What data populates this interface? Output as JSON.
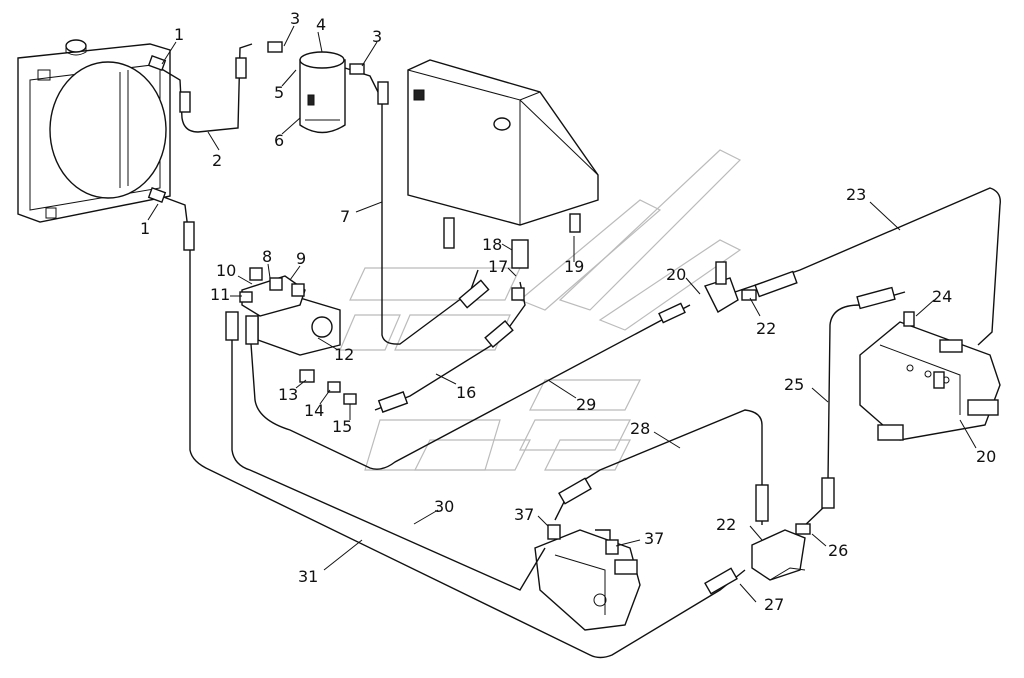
{
  "callouts": [
    "1",
    "2",
    "3",
    "4",
    "5",
    "6",
    "3",
    "7",
    "1",
    "8",
    "9",
    "10",
    "11",
    "12",
    "13",
    "14",
    "15",
    "16",
    "17",
    "18",
    "19",
    "20",
    "22",
    "23",
    "24",
    "20",
    "25",
    "22",
    "26",
    "27",
    "28",
    "29",
    "30",
    "31",
    "37",
    "37"
  ],
  "colors": {
    "ink": "#111111",
    "paper": "#ffffff",
    "watermark": "#bbbbbb"
  }
}
